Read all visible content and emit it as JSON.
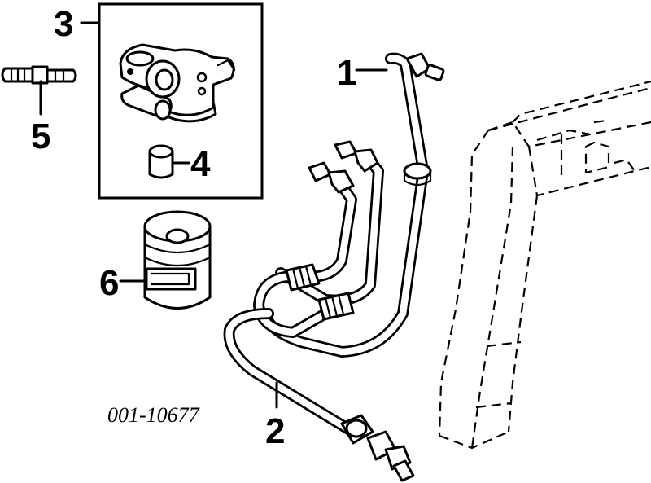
{
  "diagram": {
    "reference_code": "001-10677",
    "callouts": [
      {
        "id": "1",
        "label": "1"
      },
      {
        "id": "2",
        "label": "2"
      },
      {
        "id": "3",
        "label": "3"
      },
      {
        "id": "4",
        "label": "4"
      },
      {
        "id": "5",
        "label": "5"
      },
      {
        "id": "6",
        "label": "6"
      }
    ]
  }
}
